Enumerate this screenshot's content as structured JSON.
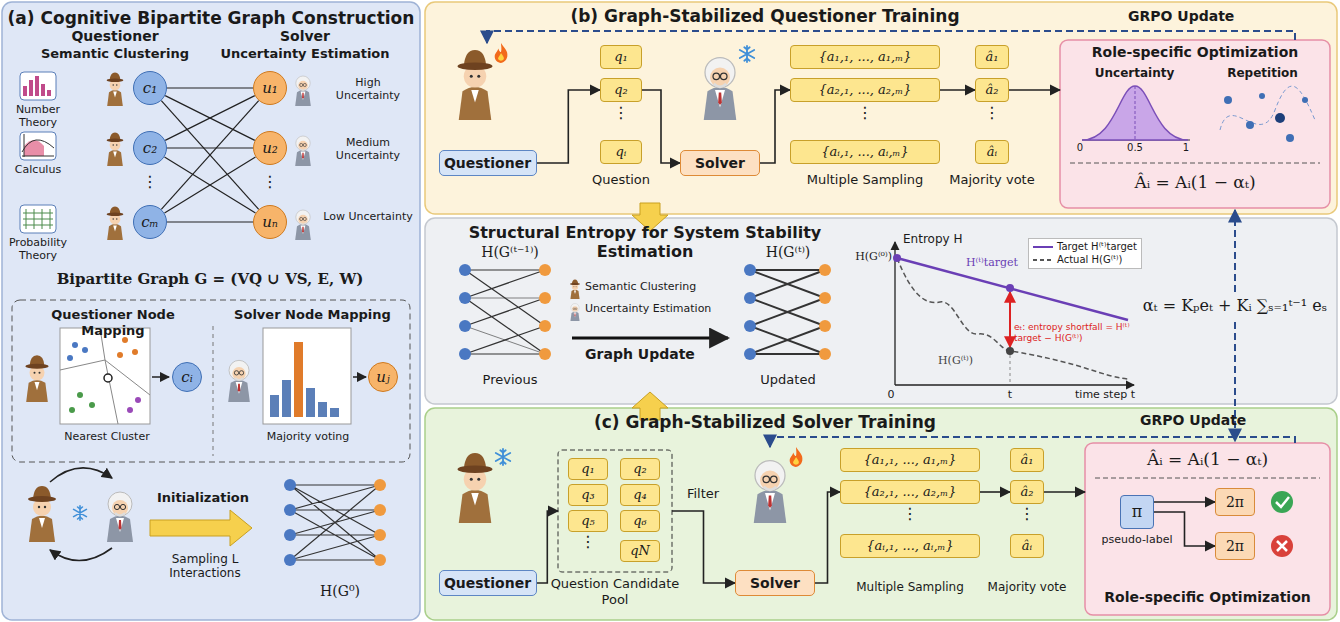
{
  "diagram": {
    "nodes": [
      {
        "text": [
          "(a) Cognitive Bipartite Graph Construction"
        ]
      },
      {
        "text": [
          "c₁"
        ],
        "in": 0
      },
      {
        "text": [
          "c₂"
        ],
        "in": 0
      },
      {
        "text": [
          "cₘ"
        ],
        "in": 0
      },
      {
        "text": [
          "u₁"
        ],
        "in": 0
      },
      {
        "text": [
          "u₂"
        ],
        "in": 0
      },
      {
        "text": [
          "uₙ"
        ],
        "in": 0
      },
      {
        "text": [
          "cᵢ"
        ],
        "in": 0
      },
      {
        "text": [
          "uⱼ"
        ],
        "in": 0
      },
      {
        "text": [
          "(b) Graph-Stabilized Questioner Training"
        ]
      },
      {
        "text": [
          "Questioner"
        ],
        "in": 9
      },
      {
        "text": [
          "q₁"
        ],
        "in": 9
      },
      {
        "text": [
          "q₂"
        ],
        "in": 9
      },
      {
        "text": [
          "qᵢ"
        ],
        "in": 9
      },
      {
        "text": [
          "Solver"
        ],
        "in": 9
      },
      {
        "text": [
          "{a₁,₁, ..., a₁,ₘ}"
        ],
        "in": 9
      },
      {
        "text": [
          "{a₂,₁, ..., a₂,ₘ}"
        ],
        "in": 9
      },
      {
        "text": [
          "{aᵢ,₁, ..., aᵢ,ₘ}"
        ],
        "in": 9
      },
      {
        "text": [
          "â₁"
        ],
        "in": 9
      },
      {
        "text": [
          "â₂"
        ],
        "in": 9
      },
      {
        "text": [
          "âᵢ"
        ],
        "in": 9
      },
      {
        "text": [
          "Role-specific Optimization",
          "Âᵢ = Aᵢ(1 − αₜ)"
        ],
        "in": 9
      },
      {
        "text": [
          "Structural Entropy for System Stability Estimation"
        ]
      },
      {
        "text": [
          "(c) Graph-Stabilized Solver Training"
        ]
      },
      {
        "text": [
          "Questioner"
        ],
        "in": 23
      },
      {
        "text": [
          "Question Candidate Pool"
        ],
        "in": 23
      },
      {
        "text": [
          "q₁"
        ],
        "in": 25
      },
      {
        "text": [
          "q₂"
        ],
        "in": 25
      },
      {
        "text": [
          "q₃"
        ],
        "in": 25
      },
      {
        "text": [
          "q₄"
        ],
        "in": 25
      },
      {
        "text": [
          "q₅"
        ],
        "in": 25
      },
      {
        "text": [
          "q₆"
        ],
        "in": 25
      },
      {
        "text": [
          "qN"
        ],
        "in": 25
      },
      {
        "text": [
          "Solver"
        ],
        "in": 23
      },
      {
        "text": [
          "{a₁,₁, ..., a₁,ₘ}"
        ],
        "in": 23
      },
      {
        "text": [
          "{a₂,₁, ..., a₂,ₘ}"
        ],
        "in": 23
      },
      {
        "text": [
          "{aᵢ,₁, ..., aᵢ,ₘ}"
        ],
        "in": 23
      },
      {
        "text": [
          "â₁"
        ],
        "in": 23
      },
      {
        "text": [
          "â₂"
        ],
        "in": 23
      },
      {
        "text": [
          "âᵢ"
        ],
        "in": 23
      },
      {
        "text": [
          "Âᵢ = Aᵢ(1 − αₜ)",
          "Role-specific Optimization"
        ],
        "in": 23
      },
      {
        "text": [
          "π"
        ],
        "in": 40
      },
      {
        "text": [
          "2π"
        ],
        "in": 40
      },
      {
        "text": [
          "2π"
        ],
        "in": 40
      }
    ],
    "edges": [
      {
        "from": 1,
        "to": 4,
        "arrow": "none"
      },
      {
        "from": 1,
        "to": 5,
        "arrow": "none"
      },
      {
        "from": 1,
        "to": 6,
        "arrow": "none"
      },
      {
        "from": 2,
        "to": 4,
        "arrow": "none"
      },
      {
        "from": 2,
        "to": 5,
        "arrow": "none"
      },
      {
        "from": 2,
        "to": 6,
        "arrow": "none"
      },
      {
        "from": 3,
        "to": 4,
        "arrow": "none"
      },
      {
        "from": 3,
        "to": 5,
        "arrow": "none"
      },
      {
        "from": 3,
        "to": 6,
        "arrow": "none"
      },
      {
        "from": 10,
        "to": 12,
        "arrow": "to"
      },
      {
        "from": 12,
        "to": 14,
        "arrow": "to"
      },
      {
        "from": 14,
        "to": 16,
        "arrow": "to"
      },
      {
        "from": 16,
        "to": 19,
        "arrow": "to"
      },
      {
        "from": 19,
        "to": 21,
        "arrow": "to"
      },
      {
        "from": 24,
        "to": 25,
        "arrow": "to"
      },
      {
        "from": 25,
        "to": 33,
        "arrow": "to"
      },
      {
        "from": 33,
        "to": 35,
        "arrow": "to"
      },
      {
        "from": 35,
        "to": 38,
        "arrow": "to"
      },
      {
        "from": 38,
        "to": 40,
        "arrow": "to"
      },
      {
        "from": 41,
        "to": 42,
        "arrow": "to"
      },
      {
        "from": 41,
        "to": 43,
        "arrow": "to"
      }
    ],
    "labels": [
      "Questioner",
      "Semantic Clustering",
      "Solver",
      "Uncertainty Estimation",
      "Number Theory",
      "Calculus",
      "Probability Theory",
      "High Uncertainty",
      "Medium Uncertainty",
      "Low Uncertainty",
      "⋮",
      "⋮",
      "Bipartite Graph G = (VQ ∪ VS, E, W)",
      "Questioner Node Mapping",
      "Solver Node Mapping",
      "Nearest Cluster",
      "Majority voting",
      "Initialization",
      "Sampling L Interactions",
      "H(G⁰)",
      "GRPO Update",
      "⋮",
      "Question",
      "⋮",
      "⋮",
      "Multiple Sampling",
      "Majority vote",
      "Uncertainty",
      "Repetition",
      "0",
      "0.5",
      "1",
      "H(G⁽ᵗ⁻¹⁾)",
      "Previous",
      "Semantic Clustering",
      "Uncertainty Estimation",
      "Graph Update",
      "H(G⁽ᵗ⁾)",
      "Updated",
      "Entropy H",
      "H(G⁽⁰⁾)",
      "H⁽ᵗ⁾target",
      "eₜ: entropy shortfall = H⁽ᵗ⁾target − H(G⁽ᵗ⁾)",
      "H(G⁽ᵗ⁾)",
      "0",
      "t",
      "time step t",
      "αₜ = Kₚeₜ + Kᵢ ∑ₛ₌₁ᵗ⁻¹ eₛ",
      "GRPO Update",
      "Filter",
      "⋮",
      "⋮",
      "⋮",
      "Multiple Sampling",
      "Majority vote",
      "pseudo-label"
    ],
    "legend": [
      {
        "text": "Target H⁽ᵗ⁾target"
      },
      {
        "text": "Actual H(G⁽ᵗ⁾)"
      }
    ]
  }
}
